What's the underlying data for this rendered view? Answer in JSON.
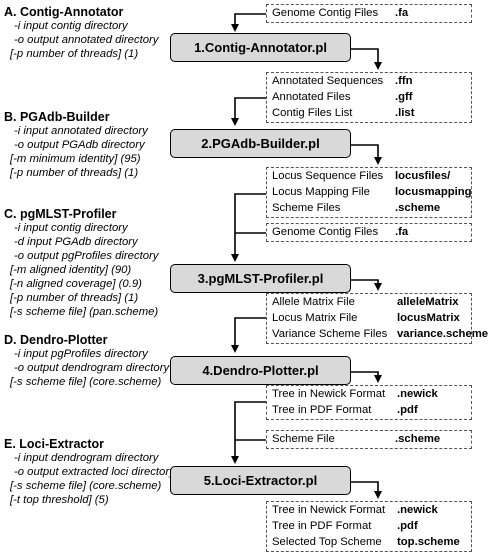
{
  "steps": [
    {
      "label": "A. Contig-Annotator",
      "script": "1.Contig-Annotator.pl",
      "options": [
        "-i  input contig directory",
        "-o output annotated directory",
        "[-p number of threads] (1)"
      ]
    },
    {
      "label": "B. PGAdb-Builder",
      "script": "2.PGAdb-Builder.pl",
      "options": [
        "-i  input annotated directory",
        "-o output PGAdb directory",
        "[-m minimum identity] (95)",
        "[-p number of threads] (1)"
      ]
    },
    {
      "label": "C. pgMLST-Profiler",
      "script": "3.pgMLST-Profiler.pl",
      "options": [
        "-i  input contig directory",
        "-d input PGAdb directory",
        "-o output pgProfiles directory",
        "[-m aligned identity] (90)",
        "[-n aligned coverage] (0.9)",
        "[-p number of threads] (1)",
        "[-s scheme file] (pan.scheme)"
      ]
    },
    {
      "label": "D. Dendro-Plotter",
      "script": "4.Dendro-Plotter.pl",
      "options": [
        "-i  input pgProfiles directory",
        "-o output dendrogram directory",
        "[-s scheme file] (core.scheme)"
      ]
    },
    {
      "label": "E. Loci-Extractor",
      "script": "5.Loci-Extractor.pl",
      "options": [
        "-i  input dendrogram directory",
        "-o output extracted loci directory",
        "[-s scheme file] (core.scheme)",
        "[-t top threshold] (5)"
      ]
    }
  ],
  "files": {
    "in1": [
      {
        "name": "Genome Contig Files",
        "ext": ".fa"
      }
    ],
    "out1": [
      {
        "name": "Annotated Sequences",
        "ext": ".ffn"
      },
      {
        "name": "Annotated Files",
        "ext": ".gff"
      },
      {
        "name": "Contig Files List",
        "ext": ".list"
      }
    ],
    "out2": [
      {
        "name": "Locus Sequence Files",
        "ext": "locusfiles/"
      },
      {
        "name": "Locus Mapping File",
        "ext": "locusmapping"
      },
      {
        "name": "Scheme Files",
        "ext": ".scheme"
      }
    ],
    "in3": [
      {
        "name": "Genome Contig Files",
        "ext": ".fa"
      }
    ],
    "out3": [
      {
        "name": "Allele Matrix File",
        "ext": "alleleMatrix"
      },
      {
        "name": "Locus Matrix File",
        "ext": "locusMatrix"
      },
      {
        "name": "Variance Scheme Files",
        "ext": "variance.scheme"
      }
    ],
    "out4": [
      {
        "name": "Tree in Newick Format",
        "ext": ".newick"
      },
      {
        "name": "Tree in PDF Format",
        "ext": ".pdf"
      }
    ],
    "in5": [
      {
        "name": "Scheme File",
        "ext": ".scheme"
      }
    ],
    "out5": [
      {
        "name": "Tree in Newick Format",
        "ext": ".newick"
      },
      {
        "name": "Tree in PDF Format",
        "ext": ".pdf"
      },
      {
        "name": "Selected Top Scheme",
        "ext": "top.scheme"
      }
    ]
  }
}
